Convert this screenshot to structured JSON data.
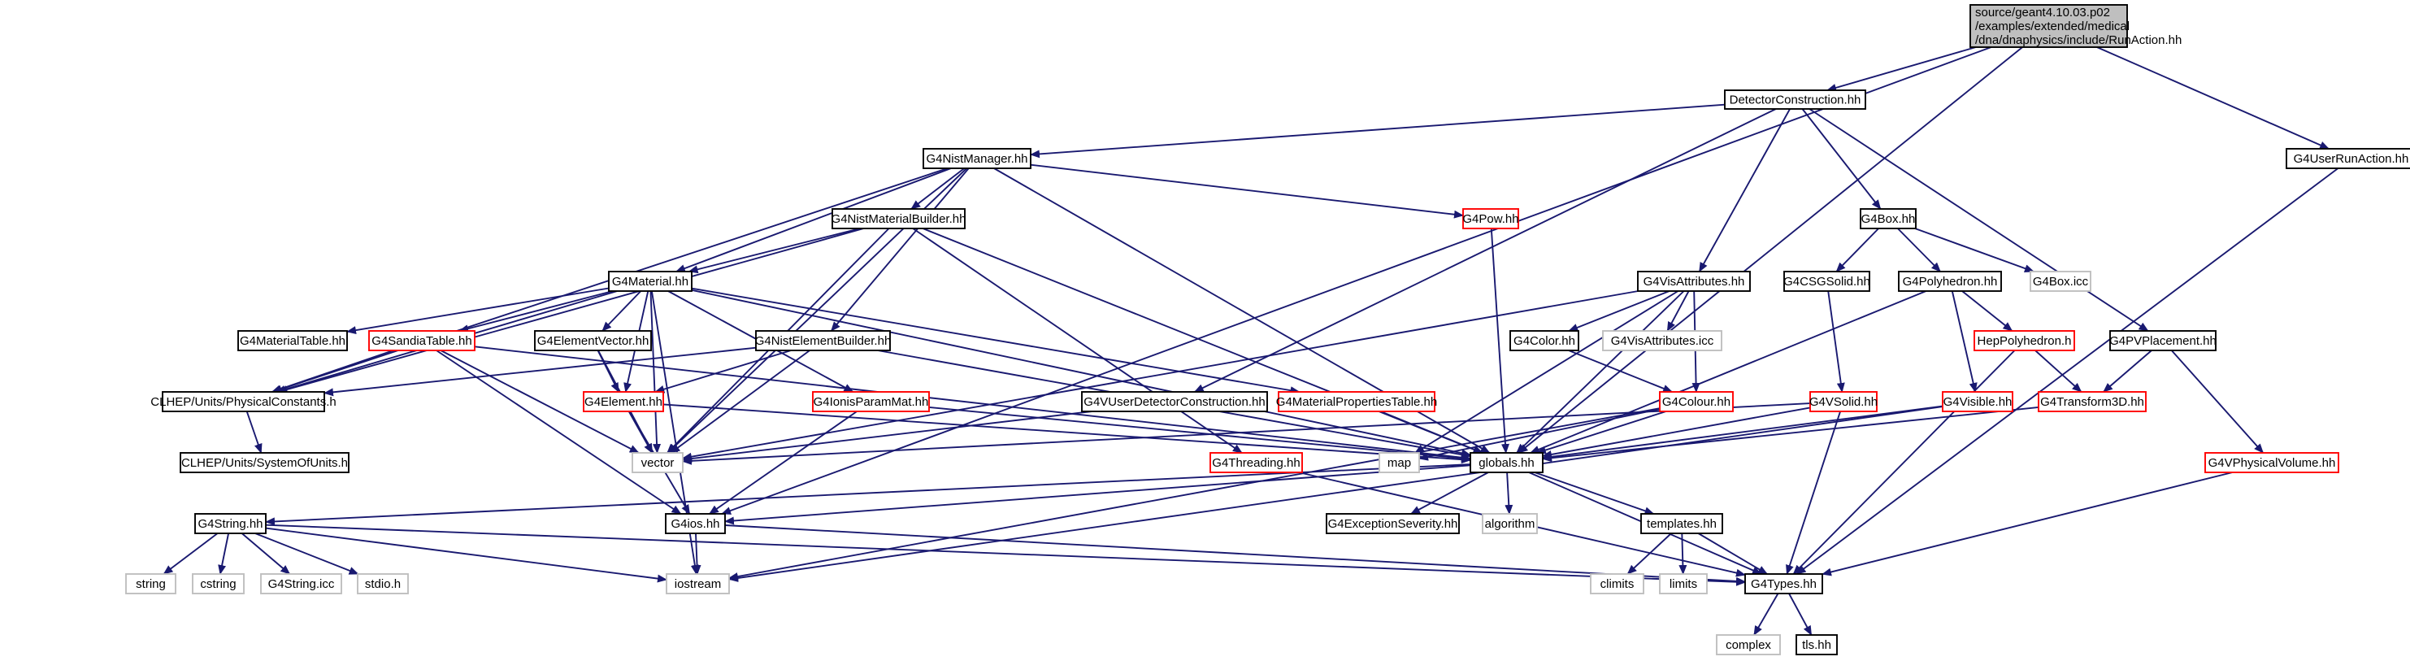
{
  "colors": {
    "edge": "#191970",
    "border_default": "#000000",
    "border_truncated": "#ff0000",
    "border_system": "#bfbfbf",
    "root_fill": "#bfbfbf",
    "fill": "#ffffff",
    "text": "#000000"
  },
  "nodes": [
    {
      "id": "runaction",
      "lines": [
        "source/geant4.10.03.p02",
        "/examples/extended/medical",
        "/dna/dnaphysics/include/RunAction.hh"
      ],
      "kind": "root"
    },
    {
      "id": "detcon",
      "lines": [
        "DetectorConstruction.hh"
      ],
      "kind": "normal"
    },
    {
      "id": "g4userrunaction",
      "lines": [
        "G4UserRunAction.hh"
      ],
      "kind": "normal"
    },
    {
      "id": "g4nistmanager",
      "lines": [
        "G4NistManager.hh"
      ],
      "kind": "normal"
    },
    {
      "id": "g4nistmaterialbuilder",
      "lines": [
        "G4NistMaterialBuilder.hh"
      ],
      "kind": "normal"
    },
    {
      "id": "g4pow",
      "lines": [
        "G4Pow.hh"
      ],
      "kind": "truncated"
    },
    {
      "id": "g4box",
      "lines": [
        "G4Box.hh"
      ],
      "kind": "normal"
    },
    {
      "id": "g4material",
      "lines": [
        "G4Material.hh"
      ],
      "kind": "normal"
    },
    {
      "id": "g4visattributes",
      "lines": [
        "G4VisAttributes.hh"
      ],
      "kind": "normal"
    },
    {
      "id": "g4csgsolid",
      "lines": [
        "G4CSGSolid.hh"
      ],
      "kind": "normal"
    },
    {
      "id": "g4polyhedron",
      "lines": [
        "G4Polyhedron.hh"
      ],
      "kind": "normal"
    },
    {
      "id": "g4boxicc",
      "lines": [
        "G4Box.icc"
      ],
      "kind": "system"
    },
    {
      "id": "g4materialtable",
      "lines": [
        "G4MaterialTable.hh"
      ],
      "kind": "normal"
    },
    {
      "id": "g4sandiatable",
      "lines": [
        "G4SandiaTable.hh"
      ],
      "kind": "truncated"
    },
    {
      "id": "g4elementvector",
      "lines": [
        "G4ElementVector.hh"
      ],
      "kind": "normal"
    },
    {
      "id": "g4nistelementbuilder",
      "lines": [
        "G4NistElementBuilder.hh"
      ],
      "kind": "normal"
    },
    {
      "id": "g4color",
      "lines": [
        "G4Color.hh"
      ],
      "kind": "normal"
    },
    {
      "id": "g4visattributesicc",
      "lines": [
        "G4VisAttributes.icc"
      ],
      "kind": "system"
    },
    {
      "id": "hepolyhedron",
      "lines": [
        "HepPolyhedron.h"
      ],
      "kind": "truncated"
    },
    {
      "id": "g4pvplacement",
      "lines": [
        "G4PVPlacement.hh"
      ],
      "kind": "normal"
    },
    {
      "id": "physconst",
      "lines": [
        "CLHEP/Units/PhysicalConstants.h"
      ],
      "kind": "normal"
    },
    {
      "id": "g4element",
      "lines": [
        "G4Element.hh"
      ],
      "kind": "truncated"
    },
    {
      "id": "g4ionisparammat",
      "lines": [
        "G4IonisParamMat.hh"
      ],
      "kind": "truncated"
    },
    {
      "id": "g4vuserdetcon",
      "lines": [
        "G4VUserDetectorConstruction.hh"
      ],
      "kind": "normal"
    },
    {
      "id": "g4matproptable",
      "lines": [
        "G4MaterialPropertiesTable.hh"
      ],
      "kind": "truncated"
    },
    {
      "id": "g4colour",
      "lines": [
        "G4Colour.hh"
      ],
      "kind": "truncated"
    },
    {
      "id": "g4vsolid",
      "lines": [
        "G4VSolid.hh"
      ],
      "kind": "truncated"
    },
    {
      "id": "g4visible",
      "lines": [
        "G4Visible.hh"
      ],
      "kind": "truncated"
    },
    {
      "id": "g4transform3d",
      "lines": [
        "G4Transform3D.hh"
      ],
      "kind": "truncated"
    },
    {
      "id": "sysofunits",
      "lines": [
        "CLHEP/Units/SystemOfUnits.h"
      ],
      "kind": "normal"
    },
    {
      "id": "vector",
      "lines": [
        "vector"
      ],
      "kind": "system"
    },
    {
      "id": "g4threading",
      "lines": [
        "G4Threading.hh"
      ],
      "kind": "truncated"
    },
    {
      "id": "map",
      "lines": [
        "map"
      ],
      "kind": "system"
    },
    {
      "id": "globals",
      "lines": [
        "globals.hh"
      ],
      "kind": "normal"
    },
    {
      "id": "g4vphysvol",
      "lines": [
        "G4VPhysicalVolume.hh"
      ],
      "kind": "truncated"
    },
    {
      "id": "g4string",
      "lines": [
        "G4String.hh"
      ],
      "kind": "normal"
    },
    {
      "id": "g4ios",
      "lines": [
        "G4ios.hh"
      ],
      "kind": "normal"
    },
    {
      "id": "g4exception",
      "lines": [
        "G4ExceptionSeverity.hh"
      ],
      "kind": "normal"
    },
    {
      "id": "algorithm",
      "lines": [
        "algorithm"
      ],
      "kind": "system"
    },
    {
      "id": "templates",
      "lines": [
        "templates.hh"
      ],
      "kind": "normal"
    },
    {
      "id": "string",
      "lines": [
        "string"
      ],
      "kind": "system"
    },
    {
      "id": "cstring",
      "lines": [
        "cstring"
      ],
      "kind": "system"
    },
    {
      "id": "g4stringicc",
      "lines": [
        "G4String.icc"
      ],
      "kind": "system"
    },
    {
      "id": "stdioh",
      "lines": [
        "stdio.h"
      ],
      "kind": "system"
    },
    {
      "id": "iostream",
      "lines": [
        "iostream"
      ],
      "kind": "system"
    },
    {
      "id": "climits",
      "lines": [
        "climits"
      ],
      "kind": "system"
    },
    {
      "id": "limits",
      "lines": [
        "limits"
      ],
      "kind": "system"
    },
    {
      "id": "g4types",
      "lines": [
        "G4Types.hh"
      ],
      "kind": "normal"
    },
    {
      "id": "complex",
      "lines": [
        "complex"
      ],
      "kind": "system"
    },
    {
      "id": "tlsh",
      "lines": [
        "tls.hh"
      ],
      "kind": "normal"
    }
  ],
  "edges": [
    [
      "runaction",
      "detcon"
    ],
    [
      "runaction",
      "g4userrunaction"
    ],
    [
      "runaction",
      "globals"
    ],
    [
      "runaction",
      "g4ios"
    ],
    [
      "detcon",
      "g4nistmanager"
    ],
    [
      "detcon",
      "g4box"
    ],
    [
      "detcon",
      "g4visattributes"
    ],
    [
      "detcon",
      "g4pvplacement"
    ],
    [
      "detcon",
      "g4vuserdetcon"
    ],
    [
      "g4userrunaction",
      "g4types"
    ],
    [
      "g4nistmanager",
      "g4nistmaterialbuilder"
    ],
    [
      "g4nistmanager",
      "g4pow"
    ],
    [
      "g4nistmanager",
      "g4material"
    ],
    [
      "g4nistmanager",
      "g4nistelementbuilder"
    ],
    [
      "g4nistmanager",
      "physconst"
    ],
    [
      "g4nistmanager",
      "globals"
    ],
    [
      "g4nistmanager",
      "vector"
    ],
    [
      "g4nistmaterialbuilder",
      "g4material"
    ],
    [
      "g4nistmaterialbuilder",
      "physconst"
    ],
    [
      "g4nistmaterialbuilder",
      "vector"
    ],
    [
      "g4nistmaterialbuilder",
      "globals"
    ],
    [
      "g4nistmaterialbuilder",
      "g4threading"
    ],
    [
      "g4pow",
      "globals"
    ],
    [
      "g4material",
      "g4materialtable"
    ],
    [
      "g4material",
      "g4sandiatable"
    ],
    [
      "g4material",
      "g4elementvector"
    ],
    [
      "g4material",
      "physconst"
    ],
    [
      "g4material",
      "g4element"
    ],
    [
      "g4material",
      "g4ionisparammat"
    ],
    [
      "g4material",
      "g4matproptable"
    ],
    [
      "g4material",
      "globals"
    ],
    [
      "g4material",
      "vector"
    ],
    [
      "g4material",
      "iostream"
    ],
    [
      "g4sandiatable",
      "physconst"
    ],
    [
      "g4sandiatable",
      "vector"
    ],
    [
      "g4sandiatable",
      "g4ios"
    ],
    [
      "g4sandiatable",
      "globals"
    ],
    [
      "g4elementvector",
      "g4element"
    ],
    [
      "g4elementvector",
      "vector"
    ],
    [
      "g4nistelementbuilder",
      "physconst"
    ],
    [
      "g4nistelementbuilder",
      "g4element"
    ],
    [
      "g4nistelementbuilder",
      "vector"
    ],
    [
      "g4nistelementbuilder",
      "globals"
    ],
    [
      "physconst",
      "sysofunits"
    ],
    [
      "g4element",
      "vector"
    ],
    [
      "g4element",
      "g4ios"
    ],
    [
      "g4element",
      "globals"
    ],
    [
      "g4ionisparammat",
      "g4ios"
    ],
    [
      "g4ionisparammat",
      "globals"
    ],
    [
      "g4vuserdetcon",
      "vector"
    ],
    [
      "g4matproptable",
      "globals"
    ],
    [
      "g4box",
      "g4csgsolid"
    ],
    [
      "g4box",
      "g4polyhedron"
    ],
    [
      "g4box",
      "g4boxicc"
    ],
    [
      "g4csgsolid",
      "g4vsolid"
    ],
    [
      "g4polyhedron",
      "hepolyhedron"
    ],
    [
      "g4polyhedron",
      "g4visible"
    ],
    [
      "g4polyhedron",
      "globals"
    ],
    [
      "hepolyhedron",
      "g4transform3d"
    ],
    [
      "hepolyhedron",
      "g4types"
    ],
    [
      "g4visattributes",
      "g4color"
    ],
    [
      "g4visattributes",
      "g4visattributesicc"
    ],
    [
      "g4visattributes",
      "g4colour"
    ],
    [
      "g4visattributes",
      "globals"
    ],
    [
      "g4visattributes",
      "vector"
    ],
    [
      "g4visattributes",
      "map"
    ],
    [
      "g4color",
      "g4colour"
    ],
    [
      "g4colour",
      "globals"
    ],
    [
      "g4colour",
      "map"
    ],
    [
      "g4colour",
      "iostream"
    ],
    [
      "g4vsolid",
      "globals"
    ],
    [
      "g4vsolid",
      "vector"
    ],
    [
      "g4vsolid",
      "g4types"
    ],
    [
      "g4visible",
      "globals"
    ],
    [
      "g4visible",
      "iostream"
    ],
    [
      "g4pvplacement",
      "g4transform3d"
    ],
    [
      "g4pvplacement",
      "g4vphysvol"
    ],
    [
      "g4transform3d",
      "globals"
    ],
    [
      "g4vphysvol",
      "g4types"
    ],
    [
      "g4threading",
      "g4types"
    ],
    [
      "globals",
      "g4string"
    ],
    [
      "globals",
      "g4ios"
    ],
    [
      "globals",
      "g4exception"
    ],
    [
      "globals",
      "algorithm"
    ],
    [
      "globals",
      "templates"
    ],
    [
      "globals",
      "g4types"
    ],
    [
      "g4string",
      "string"
    ],
    [
      "g4string",
      "cstring"
    ],
    [
      "g4string",
      "g4stringicc"
    ],
    [
      "g4string",
      "stdioh"
    ],
    [
      "g4string",
      "iostream"
    ],
    [
      "g4string",
      "g4types"
    ],
    [
      "g4ios",
      "iostream"
    ],
    [
      "g4ios",
      "g4types"
    ],
    [
      "templates",
      "climits"
    ],
    [
      "templates",
      "limits"
    ],
    [
      "templates",
      "g4types"
    ],
    [
      "g4types",
      "complex"
    ],
    [
      "g4types",
      "tlsh"
    ]
  ]
}
